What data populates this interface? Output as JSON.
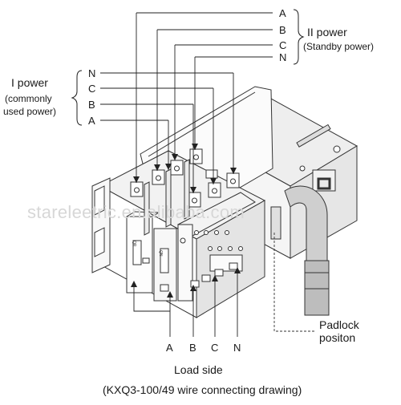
{
  "watermark": "stareleetric.en.alibaba.com",
  "source_II": {
    "phases": [
      "A",
      "B",
      "C",
      "N"
    ],
    "title_line1": "II power",
    "title_line2": "(Standby power)"
  },
  "source_I": {
    "phases": [
      "N",
      "C",
      "B",
      "A"
    ],
    "title_line1": "I power",
    "title_line2": "(commonly",
    "title_line3": "used power)"
  },
  "load": {
    "phases": [
      "A",
      "B",
      "C",
      "N"
    ],
    "label": "Load side"
  },
  "padlock": {
    "line1": "Padlock",
    "line2": "positon"
  },
  "caption": "(KXQ3-100/49 wire connecting drawing)",
  "device_marks": {
    "left_switch": "QR",
    "right_switch": "QN"
  }
}
